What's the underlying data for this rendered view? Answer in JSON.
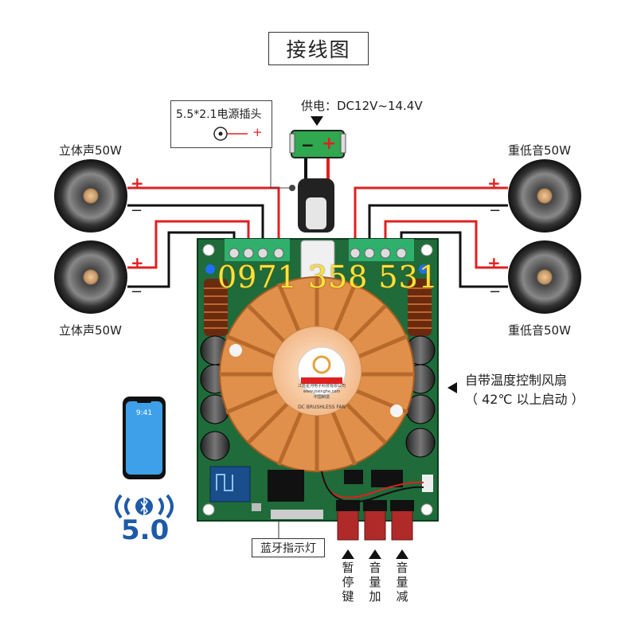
{
  "title": "接线图",
  "power_jack": {
    "label": "5.5*2.1电源插头",
    "plus": "+"
  },
  "supply": {
    "label": "供电：DC12V~14.4V",
    "minus": "−",
    "plus": "+"
  },
  "speakers": {
    "top_left": "立体声50W",
    "bottom_left": "立体声50W",
    "top_right": "重低音50W",
    "bottom_right": "重低音50W"
  },
  "polarity": {
    "plus": "+",
    "minus": "−"
  },
  "watermark": "0971 358 531",
  "fan_note": {
    "line1": "自带温度控制风扇",
    "line2": "（ 42℃ 以上启动 ）"
  },
  "fan_label": {
    "brand": "江苏星河电子科技有限公司",
    "site": "www.jsxinghe.com",
    "made": "中国制造",
    "type": "DC BRUSHLESS FAN"
  },
  "bluetooth": {
    "version": "5.0",
    "phone_time": "9:41"
  },
  "bt_indicator_label": "蓝牙指示灯",
  "buttons": {
    "pause": [
      "暂",
      "停",
      "键"
    ],
    "vol_up": [
      "音",
      "量",
      "加"
    ],
    "vol_down": [
      "音",
      "量",
      "减"
    ]
  },
  "colors": {
    "wire_red": "#e02020",
    "wire_black": "#111111",
    "pcb_green": "#1f6b3a",
    "heatsink": "#e0904a",
    "bt_blue": "#1d5aa8"
  }
}
